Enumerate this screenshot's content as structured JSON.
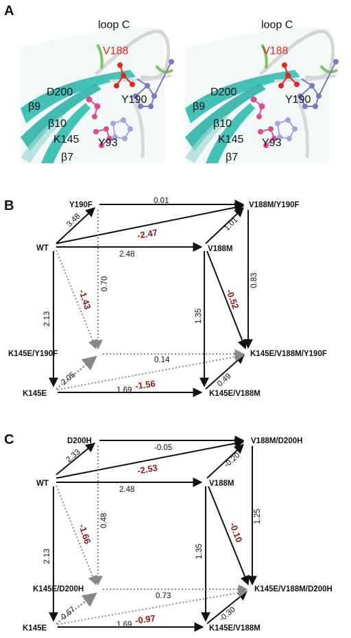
{
  "panel_letters": {
    "a": "A",
    "b": "B",
    "c": "C"
  },
  "structure_labels": {
    "loop_c": "loop C",
    "v188": "V188",
    "d200": "D200",
    "y190": "Y190",
    "b9": "β9",
    "b10": "β10",
    "k145": "K145",
    "y93": "Y93",
    "b7": "β7"
  },
  "cube_b": {
    "nodes": {
      "wt": "WT",
      "y190f": "Y190F",
      "v188m_y190f": "V188M/Y190F",
      "v188m": "V188M",
      "k145e_y190f": "K145E/Y190F",
      "k145e_v188m_y190f": "K145E/V188M/Y190F",
      "k145e": "K145E",
      "k145e_v188m": "K145E/V188M"
    },
    "edges": {
      "wt_y190f": "3.48",
      "y190f_v188m_y190f": "0.01",
      "wt_v188m": "2.48",
      "v188m_v188m_y190f": "1.01",
      "v188m_y190f_k145e_v188m_y190f": "0.83",
      "y190f_k145e_y190f": "0.70",
      "wt_k145e": "2.13",
      "v188m_k145e_v188m": "1.35",
      "k145e_y190f_k145e_v188m_y190f": "0.14",
      "k145e_k145e_y190f": "2.05",
      "k145e_k145e_v188m": "1.69",
      "k145e_v188m_k145e_v188m_y190f": "0.49"
    },
    "couplings": {
      "wt_v188m_y190f": "-2.47",
      "wt_k145e_y190f": "-1.43",
      "v188m_k145e_v188m_y190f": "-0.52",
      "k145e_k145e_v188m_y190f": "-1.56"
    }
  },
  "cube_c": {
    "nodes": {
      "wt": "WT",
      "d200h": "D200H",
      "v188m_d200h": "V188M/D200H",
      "v188m": "V188M",
      "k145e_d200h": "K145E/D200H",
      "k145e_v188m_d200h": "K145E/V188M/D200H",
      "k145e": "K145E",
      "k145e_v188m": "K145E/V188M"
    },
    "edges": {
      "wt_d200h": "2.33",
      "d200h_v188m_d200h": "-0.05",
      "wt_v188m": "2.48",
      "v188m_v188m_d200h": "-0.20",
      "v188m_d200h_k145e_v188m_d200h": "1.25",
      "d200h_k145e_d200h": "0.48",
      "wt_k145e": "2.13",
      "v188m_k145e_v188m": "1.35",
      "k145e_d200h_k145e_v188m_d200h": "0.73",
      "k145e_k145e_d200h": "0.67",
      "k145e_k145e_v188m": "1.69",
      "k145e_v188m_k145e_v188m_d200h": "-0.30"
    },
    "couplings": {
      "wt_v188m_d200h": "-2.53",
      "wt_k145e_d200h": "-1.66",
      "v188m_k145e_v188m_d200h": "-0.10",
      "k145e_k145e_v188m_d200h": "-0.97"
    }
  },
  "colors": {
    "strand": "#3dbfb6",
    "pink": "#d94f96",
    "red": "#e0261f",
    "purple": "#7b77c9",
    "green": "#7cc35a",
    "coupling_red": "#8b1a1a",
    "dotted_gray": "#888888"
  }
}
